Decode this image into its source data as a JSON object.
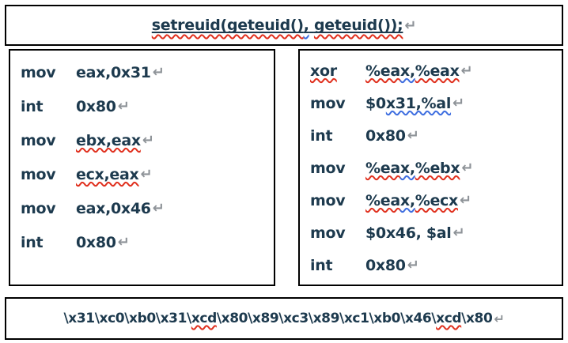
{
  "colors": {
    "text": "#1d3a4e",
    "border": "#000000",
    "squiggle_red": "#e0301e",
    "squiggle_blue": "#3e6ee0",
    "return_mark": "#8e9398"
  },
  "return_glyph": "↵",
  "title_box": {
    "underline": true,
    "segments": [
      {
        "text": "setreuid(geteuid()",
        "squiggle": "red"
      },
      {
        "text": ",",
        "squiggle": "blue"
      },
      {
        "text": " ",
        "squiggle": "none"
      },
      {
        "text": "geteuid());",
        "squiggle": "red"
      }
    ]
  },
  "asm_boxes": [
    {
      "id": "intel",
      "lines": [
        {
          "mnemonic": {
            "text": "mov",
            "squiggle": "none"
          },
          "operands": [
            {
              "text": "eax,0x31",
              "squiggle": "none"
            }
          ]
        },
        {
          "mnemonic": {
            "text": "int",
            "squiggle": "none"
          },
          "operands": [
            {
              "text": "0x80",
              "squiggle": "none"
            }
          ]
        },
        {
          "mnemonic": {
            "text": "mov",
            "squiggle": "none"
          },
          "operands": [
            {
              "text": "ebx,eax",
              "squiggle": "red"
            }
          ]
        },
        {
          "mnemonic": {
            "text": "mov",
            "squiggle": "none"
          },
          "operands": [
            {
              "text": "ecx,eax",
              "squiggle": "red"
            }
          ]
        },
        {
          "mnemonic": {
            "text": "mov",
            "squiggle": "none"
          },
          "operands": [
            {
              "text": "eax,0x46",
              "squiggle": "none"
            }
          ]
        },
        {
          "mnemonic": {
            "text": "int",
            "squiggle": "none"
          },
          "operands": [
            {
              "text": "0x80",
              "squiggle": "none"
            }
          ]
        }
      ]
    },
    {
      "id": "att",
      "lines": [
        {
          "mnemonic": {
            "text": "xor",
            "squiggle": "red"
          },
          "operands": [
            {
              "text": "%ea",
              "squiggle": "red"
            },
            {
              "text": "x,",
              "squiggle": "blue"
            },
            {
              "text": "%eax",
              "squiggle": "red"
            }
          ]
        },
        {
          "mnemonic": {
            "text": "mov",
            "squiggle": "none"
          },
          "operands": [
            {
              "text": "$0",
              "squiggle": "none"
            },
            {
              "text": "x31,%al",
              "squiggle": "blue"
            }
          ]
        },
        {
          "mnemonic": {
            "text": "int",
            "squiggle": "none"
          },
          "operands": [
            {
              "text": "0x80",
              "squiggle": "none"
            }
          ]
        },
        {
          "mnemonic": {
            "text": "mov",
            "squiggle": "none"
          },
          "operands": [
            {
              "text": "%ea",
              "squiggle": "red"
            },
            {
              "text": "x,",
              "squiggle": "blue"
            },
            {
              "text": "%ebx",
              "squiggle": "red"
            }
          ]
        },
        {
          "mnemonic": {
            "text": "mov",
            "squiggle": "none"
          },
          "operands": [
            {
              "text": "%ea",
              "squiggle": "red"
            },
            {
              "text": "x,",
              "squiggle": "blue"
            },
            {
              "text": "%ecx",
              "squiggle": "red"
            }
          ]
        },
        {
          "mnemonic": {
            "text": "mov",
            "squiggle": "none"
          },
          "operands": [
            {
              "text": "$0x46, $al",
              "squiggle": "none"
            }
          ]
        },
        {
          "mnemonic": {
            "text": "int",
            "squiggle": "none"
          },
          "operands": [
            {
              "text": "0x80",
              "squiggle": "none"
            }
          ]
        }
      ]
    }
  ],
  "shellcode_box": {
    "segments": [
      {
        "text": "\\x31\\xc0\\xb0\\x31\\",
        "squiggle": "none"
      },
      {
        "text": "xcd",
        "squiggle": "red"
      },
      {
        "text": "\\x80\\x89\\xc3\\x89\\xc1\\xb0\\x46\\",
        "squiggle": "none"
      },
      {
        "text": "xcd",
        "squiggle": "red"
      },
      {
        "text": "\\x80",
        "squiggle": "none"
      }
    ]
  }
}
